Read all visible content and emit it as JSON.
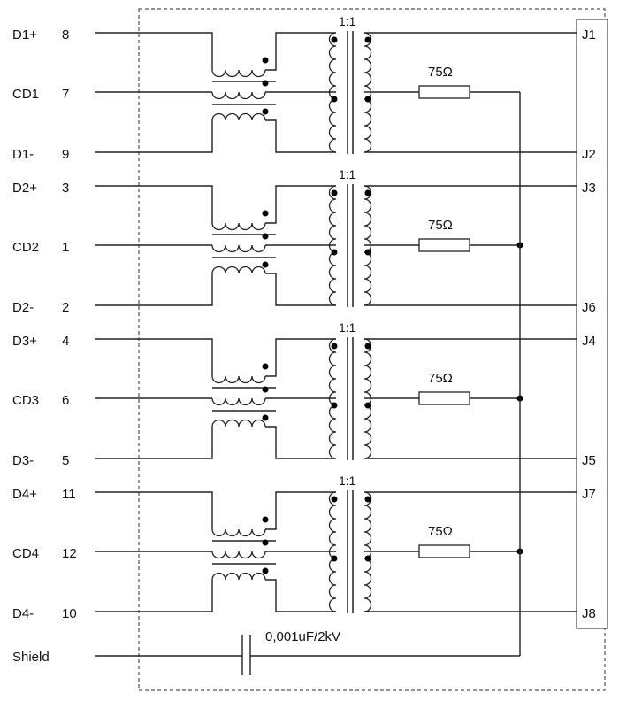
{
  "channels": [
    {
      "plus_label": "D1+",
      "plus_pin": "8",
      "center_label": "CD1",
      "center_pin": "7",
      "minus_label": "D1-",
      "minus_pin": "9",
      "ratio": "1:1",
      "resistor": "75Ω",
      "top_jack": "J1",
      "bottom_jack": "J2"
    },
    {
      "plus_label": "D2+",
      "plus_pin": "3",
      "center_label": "CD2",
      "center_pin": "1",
      "minus_label": "D2-",
      "minus_pin": "2",
      "ratio": "1:1",
      "resistor": "75Ω",
      "top_jack": "J3",
      "bottom_jack": "J6"
    },
    {
      "plus_label": "D3+",
      "plus_pin": "4",
      "center_label": "CD3",
      "center_pin": "6",
      "minus_label": "D3-",
      "minus_pin": "5",
      "ratio": "1:1",
      "resistor": "75Ω",
      "top_jack": "J4",
      "bottom_jack": "J5"
    },
    {
      "plus_label": "D4+",
      "plus_pin": "11",
      "center_label": "CD4",
      "center_pin": "12",
      "minus_label": "D4-",
      "minus_pin": "10",
      "ratio": "1:1",
      "resistor": "75Ω",
      "top_jack": "J7",
      "bottom_jack": "J8"
    }
  ],
  "shield": {
    "label": "Shield",
    "capacitor": "0,001uF/2kV"
  }
}
